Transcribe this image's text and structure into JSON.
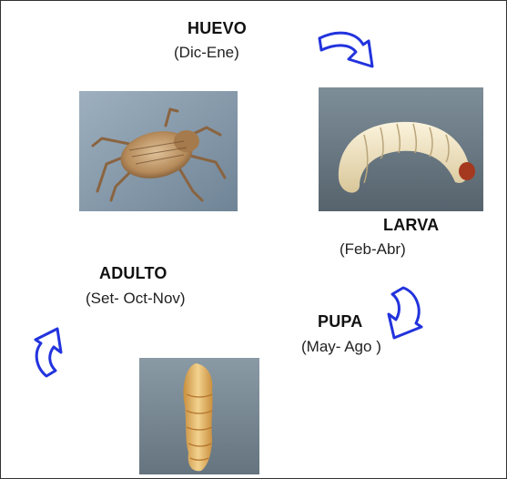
{
  "stages": {
    "egg": {
      "name": "HUEVO",
      "period": "(Dic-Ene)"
    },
    "larva": {
      "name": "LARVA",
      "period": "(Feb-Abr)"
    },
    "pupa": {
      "name": "PUPA",
      "period": "(May- Ago )"
    },
    "adult": {
      "name": "ADULTO",
      "period": "(Set- Oct-Nov)"
    }
  },
  "colors": {
    "arrow_stroke": "#2233dd",
    "arrow_fill": "#ffffff"
  },
  "icons": {
    "egg_to_larva": "curved-arrow-down-right-icon",
    "larva_to_pupa": "curved-arrow-down-icon",
    "adult_to_egg": "curved-arrow-up-icon"
  }
}
